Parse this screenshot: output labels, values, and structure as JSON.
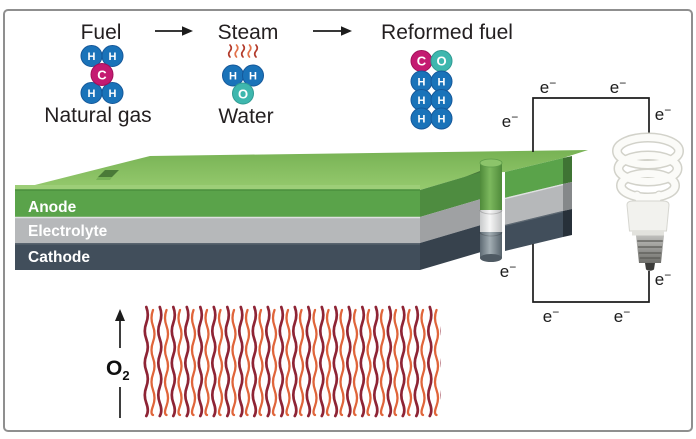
{
  "process_flow": {
    "fuel_label": "Fuel",
    "steam_label": "Steam",
    "reformed_fuel_label": "Reformed fuel",
    "natural_gas_caption": "Natural gas",
    "water_caption": "Water"
  },
  "atoms": {
    "hydrogen": "H",
    "carbon": "C",
    "oxygen": "O"
  },
  "molecule_colors": {
    "hydrogen": "#1a73b9",
    "carbon": "#c41a71",
    "oxygen": "#3eb7ae",
    "steam_wiggle_dark": "#b23b2c",
    "steam_wiggle_light": "#e2714a"
  },
  "fuel_cell": {
    "layers": [
      {
        "label": "Anode",
        "color": "#5aa34a"
      },
      {
        "label": "Electrolyte",
        "color": "#b6b8ba"
      },
      {
        "label": "Cathode",
        "color": "#414e5b"
      }
    ],
    "top_color": "#8ac265"
  },
  "circuit": {
    "electron_base": "e",
    "electron_sup": "−"
  },
  "oxygen_flow": {
    "base": "O",
    "sub": "2",
    "wave_dark": "#8e2435",
    "wave_light": "#e0653a"
  }
}
